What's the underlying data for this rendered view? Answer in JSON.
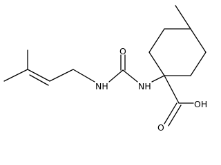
{
  "diagram": {
    "type": "chemical-structure",
    "atom_labels": {
      "carbonyl_oxygen": "O",
      "nh_left": "NH",
      "nh_right": "NH",
      "carboxylic_acid": "OH",
      "acid_carbonyl_oxygen": "O"
    },
    "colors": {
      "bond": "#000000",
      "label": "#000000",
      "background": "#ffffff"
    }
  }
}
